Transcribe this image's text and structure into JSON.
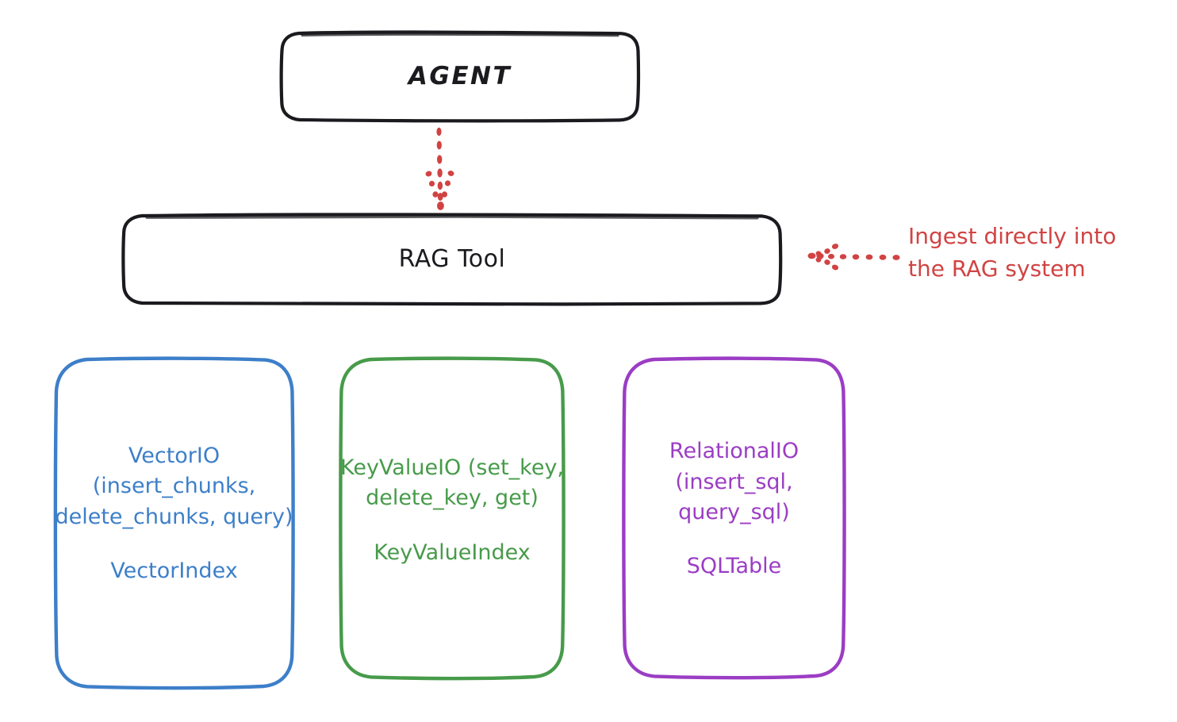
{
  "diagram": {
    "title": "RAG Tool architecture",
    "background": "#ffffff",
    "colors": {
      "node_stroke": "#1b1b1f",
      "vector": "#3d7fc9",
      "keyvalue": "#479b4a",
      "relational": "#9b3dc4",
      "annotation": "#d14343"
    }
  },
  "nodes": {
    "agent": {
      "label": "AGENT"
    },
    "rag_tool": {
      "label": "RAG Tool"
    },
    "vector_io": {
      "signature": "VectorIO\n(insert_chunks,\ndelete_chunks,\nquery)",
      "index": "VectorIndex",
      "color": "#3d7fc9"
    },
    "key_value_io": {
      "signature": "KeyValueIO\n(set_key,\ndelete_key, get)",
      "index": "KeyValueIndex",
      "color": "#479b4a"
    },
    "relational_io": {
      "signature": "RelationalIO\n(insert_sql,\nquery_sql)",
      "index": "SQLTable",
      "color": "#9b3dc4"
    }
  },
  "annotations": {
    "ingest": {
      "text": "Ingest directly into\nthe RAG system",
      "color": "#d14343"
    }
  },
  "connectors": {
    "agent_to_rag": {
      "style": "dotted",
      "direction": "down",
      "color": "#d14343"
    },
    "ingest_to_rag": {
      "style": "dotted",
      "direction": "left",
      "color": "#d14343"
    }
  }
}
